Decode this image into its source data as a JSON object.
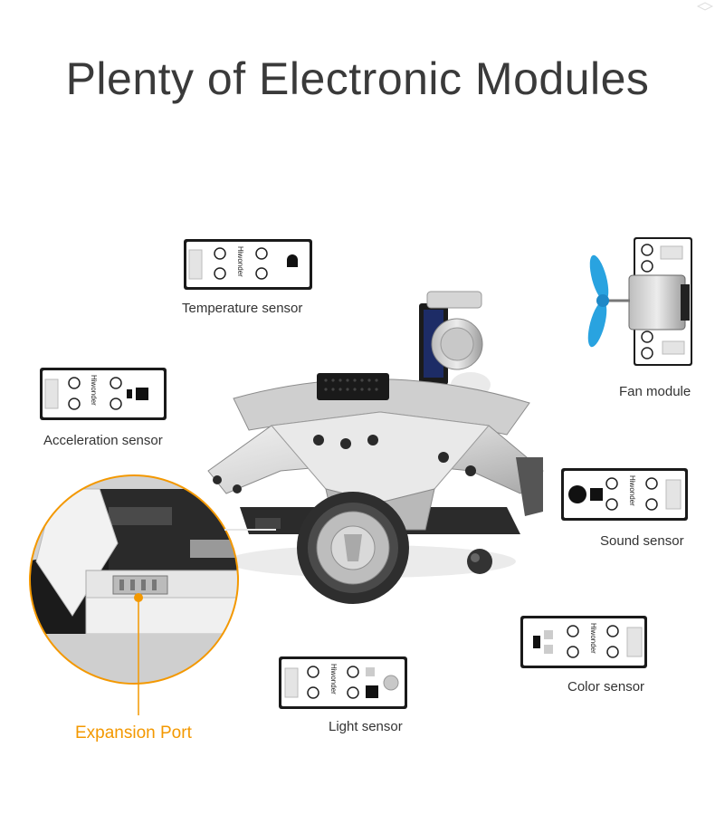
{
  "page": {
    "title": "Plenty of Electronic Modules",
    "accent_color": "#f39800"
  },
  "modules": {
    "temperature": {
      "label": "Temperature sensor",
      "brand": "Hiwonder"
    },
    "acceleration": {
      "label": "Acceleration sensor",
      "brand": "Hiwonder"
    },
    "fan": {
      "label": "Fan module"
    },
    "sound": {
      "label": "Sound sensor",
      "brand": "Hiwonder"
    },
    "color": {
      "label": "Color sensor",
      "brand": "Hiwonder"
    },
    "light": {
      "label": "Light sensor",
      "brand": "Hiwonder"
    }
  },
  "callout": {
    "label": "Expansion Port"
  }
}
